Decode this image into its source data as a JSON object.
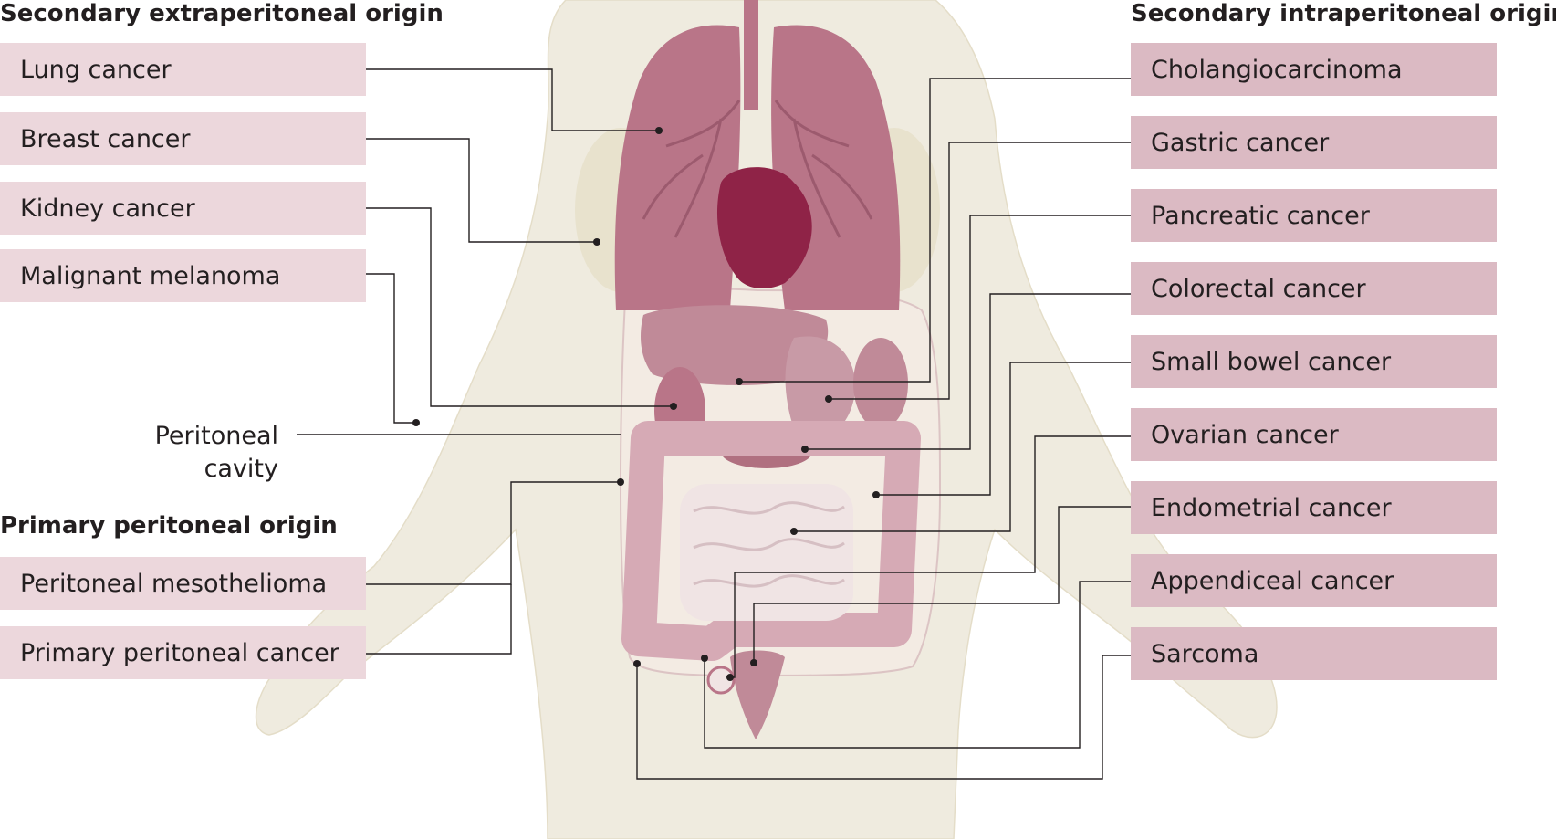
{
  "headings": {
    "extraperitoneal": "Secondary extraperitoneal origin",
    "intraperitoneal": "Secondary intraperitoneal origin",
    "primary": "Primary peritoneal origin"
  },
  "extraperitoneal_labels": [
    "Lung cancer",
    "Breast cancer",
    "Kidney cancer",
    "Malignant melanoma"
  ],
  "primary_labels": [
    "Peritoneal mesothelioma",
    "Primary peritoneal cancer"
  ],
  "intraperitoneal_labels": [
    "Cholangiocarcinoma",
    "Gastric cancer",
    "Pancreatic cancer",
    "Colorectal cancer",
    "Small bowel cancer",
    "Ovarian cancer",
    "Endometrial cancer",
    "Appendiceal cancer",
    "Sarcoma"
  ],
  "cavity_label": {
    "line1": "Peritoneal",
    "line2": "cavity"
  },
  "colors": {
    "body": "#efebdf",
    "left_box": "#ecd7dc",
    "right_box": "#dbbac3",
    "lung": "#b97588",
    "heart": "#8f2347",
    "organ": "#c08a98",
    "intestine": "#d6aab5",
    "leader_line": "#231f20"
  }
}
